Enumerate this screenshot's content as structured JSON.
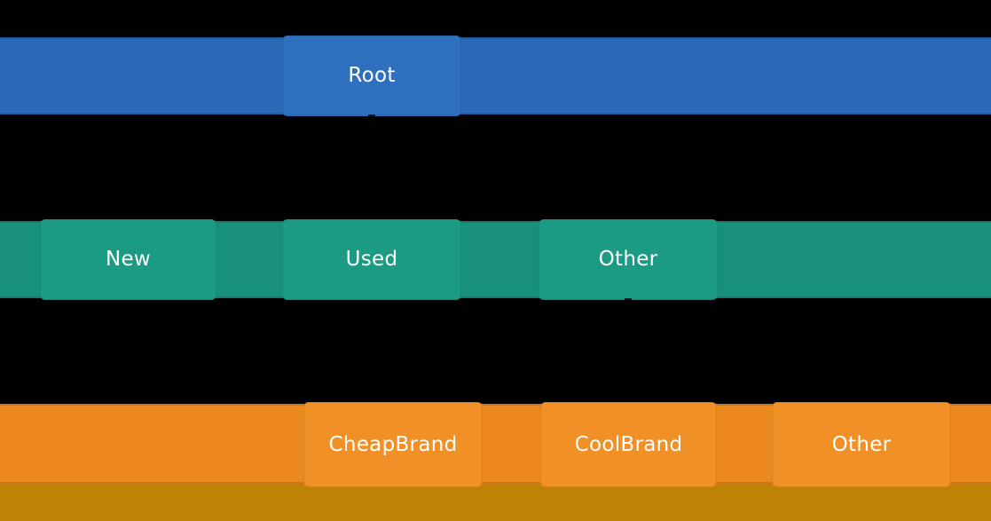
{
  "background": "#000000",
  "text_color": "#ffffff",
  "chart_data": {
    "type": "icicle",
    "description": "Hierarchical tree visualization; each depth level is a full-width horizontal bar with rounded node segments. Dark markers under a node indicate it is expanded to the level below.",
    "background": "#000000",
    "label_color": "#ffffff",
    "levels": [
      {
        "depth": 0,
        "bar_color": "#2a6ab6",
        "node_color": "#2e70bd",
        "nodes": [
          {
            "label": "Root",
            "x_frac": 0.285,
            "w_frac": 0.181,
            "expanded": true
          }
        ]
      },
      {
        "depth": 1,
        "bar_color": "#17907c",
        "node_color": "#1b9b84",
        "nodes": [
          {
            "label": "New",
            "x_frac": 0.04,
            "w_frac": 0.178,
            "expanded": false
          },
          {
            "label": "Used",
            "x_frac": 0.285,
            "w_frac": 0.181,
            "expanded": false
          },
          {
            "label": "Other",
            "x_frac": 0.543,
            "w_frac": 0.181,
            "expanded": true
          }
        ]
      },
      {
        "depth": 2,
        "bar_color": "#ec8a1d",
        "node_color": "#f09026",
        "footer_strip_color": "#bf8205",
        "nodes": [
          {
            "label": "CheapBrand",
            "x_frac": 0.306,
            "w_frac": 0.181,
            "expanded": false
          },
          {
            "label": "CoolBrand",
            "x_frac": 0.545,
            "w_frac": 0.178,
            "expanded": false
          },
          {
            "label": "Other",
            "x_frac": 0.779,
            "w_frac": 0.181,
            "expanded": false
          }
        ]
      }
    ]
  }
}
